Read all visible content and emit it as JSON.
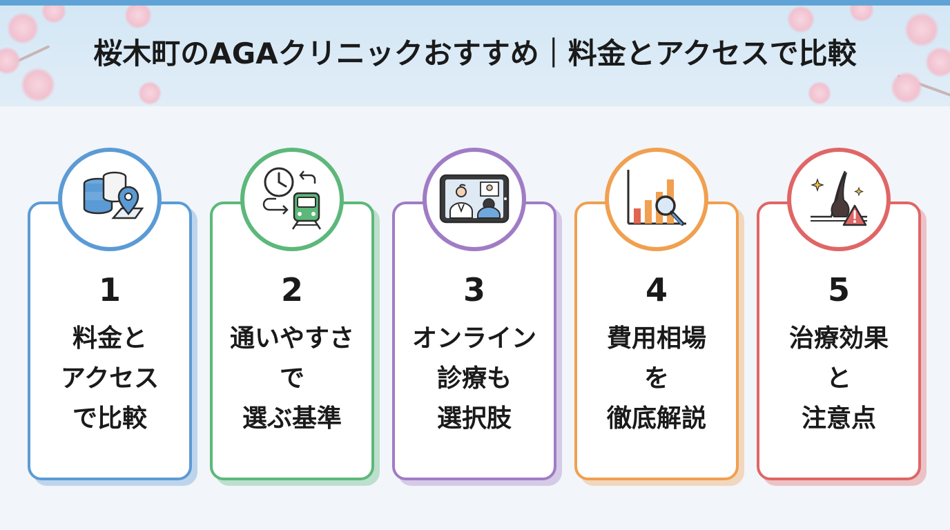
{
  "header": {
    "title": "桜木町のAGAクリニックおすすめ｜料金とアクセスで比較"
  },
  "colors": {
    "top_bar": "#5fa3d6",
    "header_bg": "#d9eaf6",
    "page_bg": "#f2f5f9"
  },
  "cards": [
    {
      "number": "1",
      "lines": [
        "料金と",
        "アクセス",
        "で比較"
      ],
      "icon": "database-map-pin-icon",
      "color": "#5b9bd5"
    },
    {
      "number": "2",
      "lines": [
        "通いやすさ",
        "で",
        "選ぶ基準"
      ],
      "icon": "clock-train-icon",
      "color": "#5cb87a"
    },
    {
      "number": "3",
      "lines": [
        "オンライン",
        "診療も",
        "選択肢"
      ],
      "icon": "video-consultation-tablet-icon",
      "color": "#a07cc5"
    },
    {
      "number": "4",
      "lines": [
        "費用相場",
        "を",
        "徹底解説"
      ],
      "icon": "bar-chart-magnifier-icon",
      "color": "#f0a050"
    },
    {
      "number": "5",
      "lines": [
        "治療効果",
        "と",
        "注意点"
      ],
      "icon": "hair-follicle-warning-icon",
      "color": "#e06666"
    }
  ]
}
